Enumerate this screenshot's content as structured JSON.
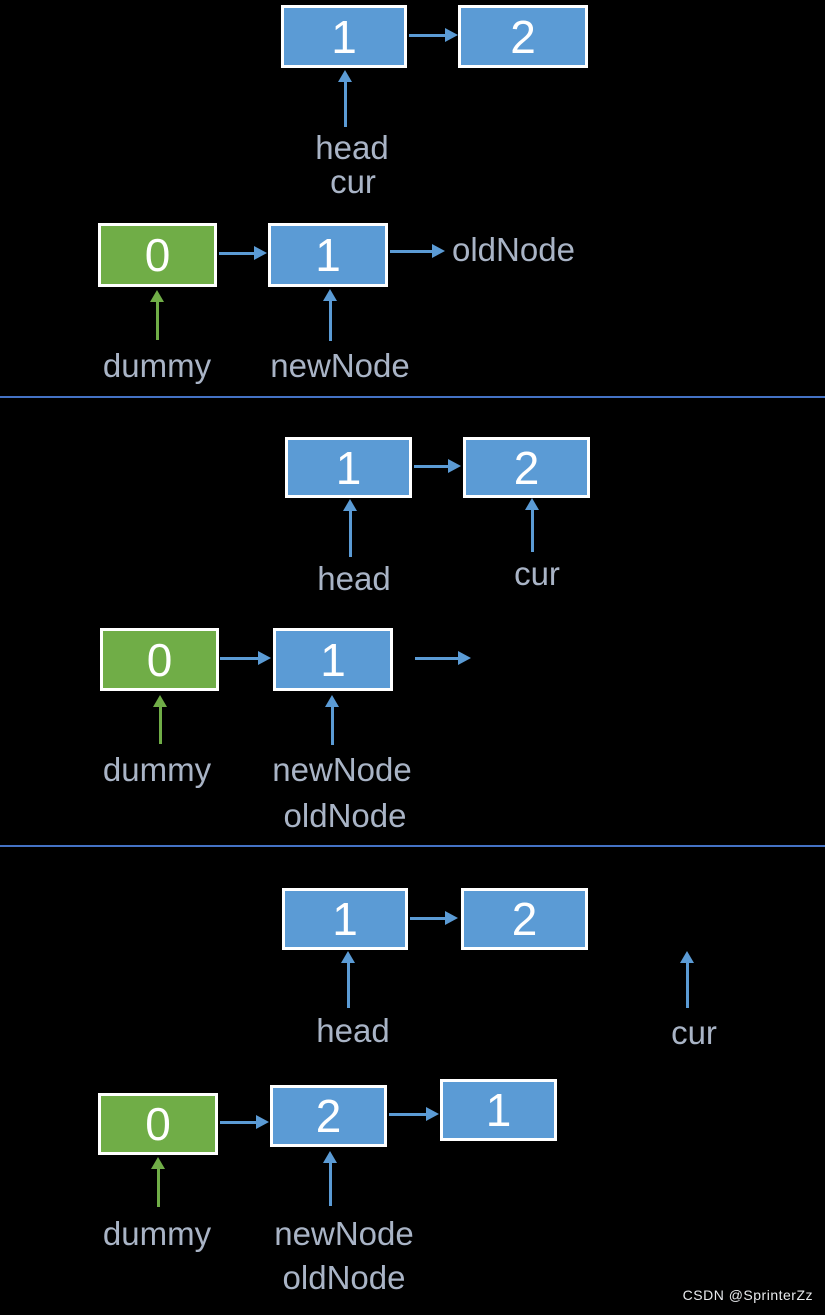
{
  "colors": {
    "background": "#000000",
    "node_blue": "#5B9BD5",
    "node_green": "#70AD47",
    "node_border": "#FFFFFF",
    "node_text": "#FFFFFF",
    "label_text": "#A9B4C6",
    "divider_blue": "#4472C4",
    "watermark_text": "#E8EAED"
  },
  "watermark": "CSDN @SprinterZz",
  "steps": [
    {
      "list": {
        "node1": "1",
        "node2": "2",
        "labels": {
          "head": "head",
          "cur": "cur"
        }
      },
      "work": {
        "dummy": "0",
        "node1": "1",
        "old_node": "oldNode",
        "dummy_label": "dummy",
        "new_node": "newNode"
      }
    },
    {
      "list": {
        "node1": "1",
        "node2": "2",
        "labels": {
          "head": "head",
          "cur": "cur"
        }
      },
      "work": {
        "dummy": "0",
        "node1": "1",
        "dummy_label": "dummy",
        "new_node": "newNode",
        "old_node": "oldNode"
      }
    },
    {
      "list": {
        "node1": "1",
        "node2": "2",
        "labels": {
          "head": "head",
          "cur": "cur"
        }
      },
      "work": {
        "dummy": "0",
        "node2": "2",
        "node1": "1",
        "dummy_label": "dummy",
        "new_node": "newNode",
        "old_node": "oldNode"
      }
    }
  ]
}
